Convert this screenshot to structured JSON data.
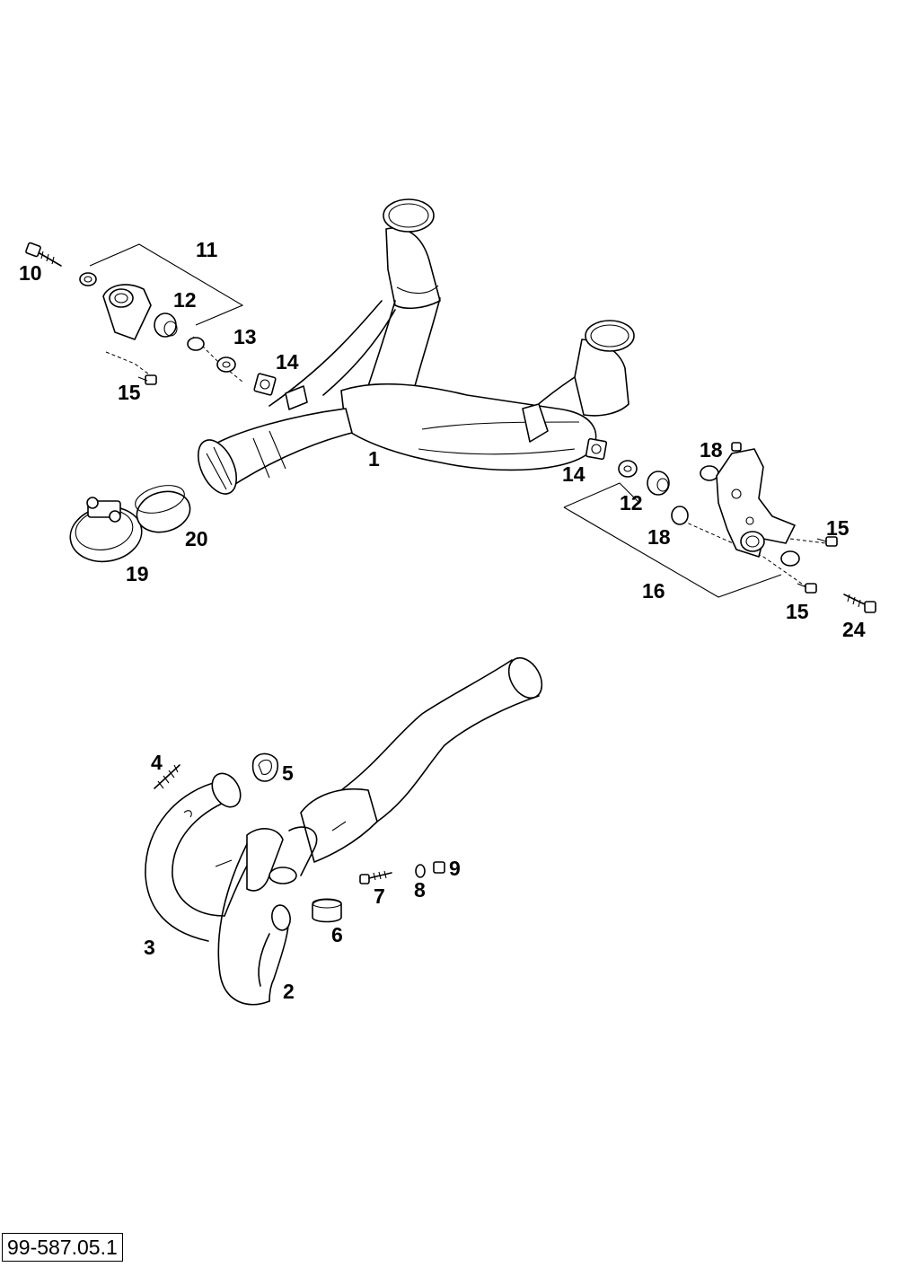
{
  "drawing_code": "99-587.05.1",
  "labels": {
    "p1": "1",
    "p2": "2",
    "p3": "3",
    "p4": "4",
    "p5": "5",
    "p6": "6",
    "p7": "7",
    "p8": "8",
    "p9": "9",
    "p10": "10",
    "p11": "11",
    "p12a": "12",
    "p12b": "12",
    "p13": "13",
    "p14a": "14",
    "p14b": "14",
    "p15a": "15",
    "p15b": "15",
    "p15c": "15",
    "p16": "16",
    "p18a": "18",
    "p18b": "18",
    "p19": "19",
    "p20": "20",
    "p24": "24"
  }
}
